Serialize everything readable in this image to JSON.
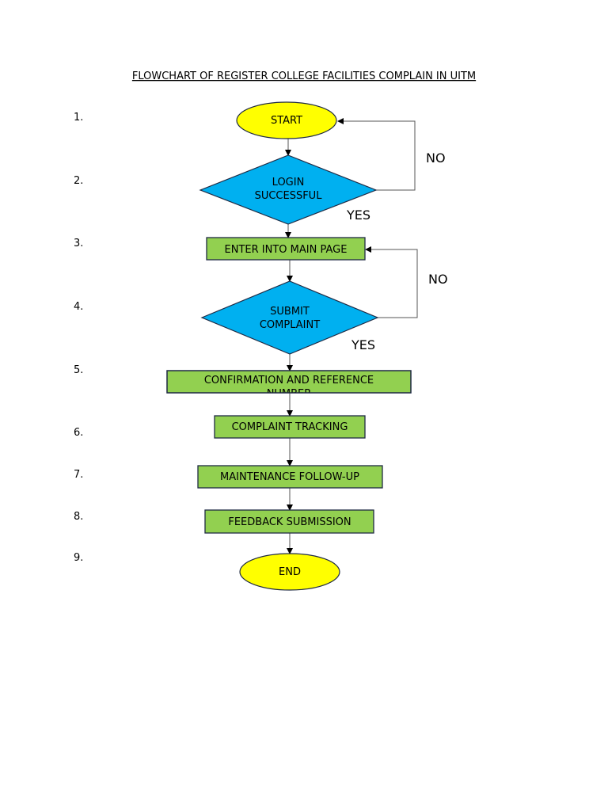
{
  "title": "FLOWCHART OF REGISTER COLLEGE FACILITIES COMPLAIN IN UITM",
  "step_numbers": [
    "1.",
    "2.",
    "3.",
    "4.",
    "5.",
    "6.",
    "7.",
    "8.",
    "9."
  ],
  "nodes": {
    "start": {
      "label": "START",
      "shape": "ellipse",
      "color": "#ffff00"
    },
    "login": {
      "line1": "LOGIN",
      "line2": "SUCCESSFUL",
      "shape": "diamond",
      "color": "#00b0f0"
    },
    "main_page": {
      "label": "ENTER INTO MAIN PAGE",
      "shape": "rect",
      "color": "#92d050"
    },
    "submit": {
      "line1": "SUBMIT",
      "line2": "COMPLAINT",
      "shape": "diamond",
      "color": "#00b0f0"
    },
    "confirmation": {
      "line1": "CONFIRMATION AND REFERENCE",
      "line2": "NUMBER",
      "shape": "rect",
      "color": "#92d050"
    },
    "tracking": {
      "label": "COMPLAINT TRACKING",
      "shape": "rect",
      "color": "#92d050"
    },
    "maintenance": {
      "label": "MAINTENANCE FOLLOW-UP",
      "shape": "rect",
      "color": "#92d050"
    },
    "feedback": {
      "label": "FEEDBACK SUBMISSION",
      "shape": "rect",
      "color": "#92d050"
    },
    "end": {
      "label": "END",
      "shape": "ellipse",
      "color": "#ffff00"
    }
  },
  "branches": {
    "login_no": "NO",
    "login_yes": "YES",
    "submit_no": "NO",
    "submit_yes": "YES"
  }
}
